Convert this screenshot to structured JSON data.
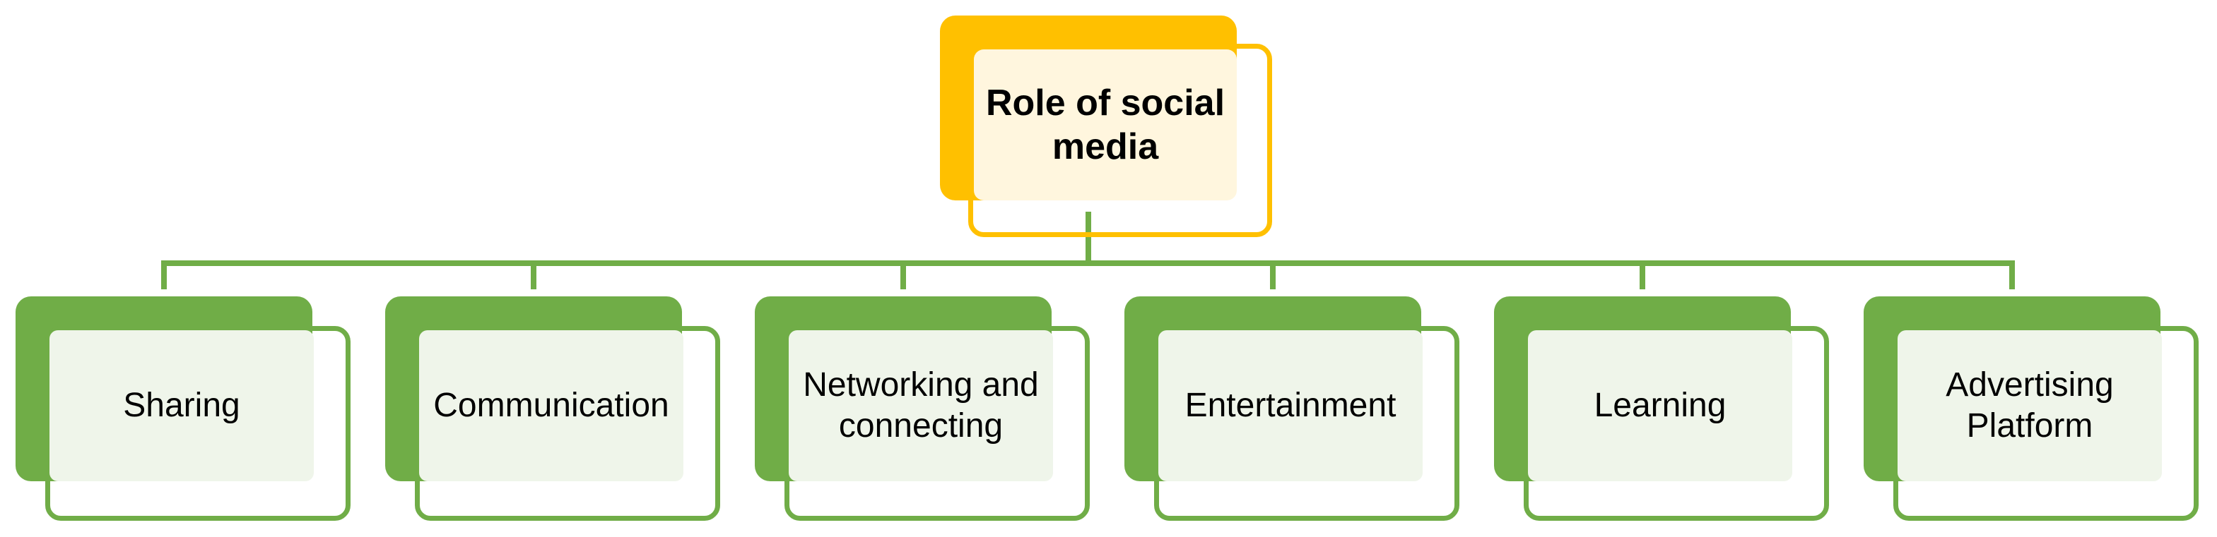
{
  "root": {
    "label": "Role of social media"
  },
  "children": [
    {
      "label": "Sharing"
    },
    {
      "label": "Communication"
    },
    {
      "label": "Networking and connecting"
    },
    {
      "label": "Entertainment"
    },
    {
      "label": "Learning"
    },
    {
      "label": "Advertising Platform"
    }
  ],
  "colors": {
    "root_accent": "#FFC000",
    "root_fill": "#FFF6DE",
    "child_accent": "#70AD47",
    "child_fill": "#EFF5EA",
    "connector": "#70AD47"
  }
}
